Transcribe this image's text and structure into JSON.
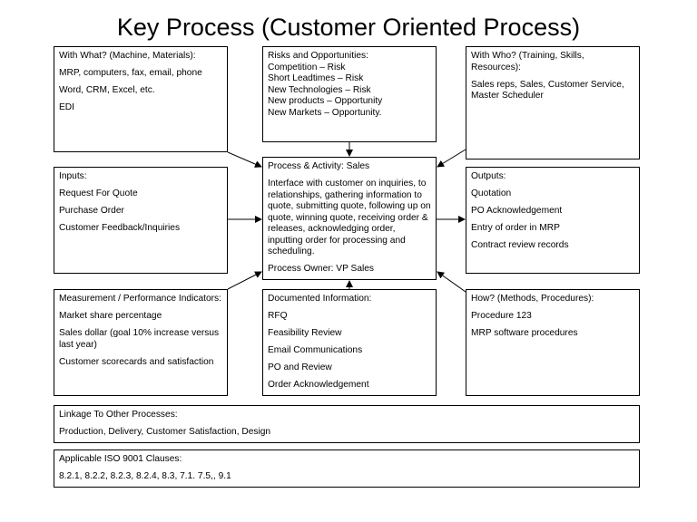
{
  "title": "Key Process (Customer Oriented Process)",
  "with_what": {
    "heading": "With What? (Machine, Materials):",
    "items": [
      "MRP, computers, fax, email, phone",
      "Word, CRM, Excel, etc.",
      "EDI"
    ]
  },
  "risks": {
    "heading": "Risks and Opportunities:",
    "items": [
      "Competition – Risk",
      "Short Leadtimes – Risk",
      "New Technologies – Risk",
      "New products – Opportunity",
      "New Markets – Opportunity."
    ]
  },
  "with_who": {
    "heading": "With Who? (Training, Skills, Resources):",
    "items": [
      "Sales reps, Sales, Customer Service, Master Scheduler"
    ]
  },
  "inputs": {
    "heading": "Inputs:",
    "items": [
      "Request For Quote",
      "Purchase Order",
      "Customer Feedback/Inquiries"
    ]
  },
  "process": {
    "heading": "Process & Activity: Sales",
    "description": "Interface with customer on inquiries, to relationships, gathering information to quote, submitting quote, following up on quote, winning quote, receiving order & releases, acknowledging order, inputting order for processing and scheduling.",
    "owner": "Process Owner: VP Sales"
  },
  "outputs": {
    "heading": "Outputs:",
    "items": [
      "Quotation",
      "PO Acknowledgement",
      "Entry of order in MRP",
      "Contract review records"
    ]
  },
  "measurement": {
    "heading": "Measurement / Performance Indicators:",
    "items": [
      "Market share percentage",
      "Sales dollar (goal 10% increase versus last year)",
      "Customer scorecards and satisfaction"
    ]
  },
  "documented": {
    "heading": "Documented Information:",
    "items": [
      "RFQ",
      "Feasibility Review",
      "Email Communications",
      "PO and Review",
      "Order Acknowledgement"
    ]
  },
  "how": {
    "heading": "How? (Methods, Procedures):",
    "items": [
      "Procedure 123",
      "MRP software procedures"
    ]
  },
  "linkage": {
    "heading": "Linkage To Other Processes:",
    "text": "Production, Delivery, Customer Satisfaction, Design"
  },
  "iso": {
    "heading": "Applicable ISO 9001 Clauses:",
    "text": "8.2.1, 8.2.2, 8.2.3, 8.2.4, 8.3, 7.1. 7.5,, 9.1"
  }
}
